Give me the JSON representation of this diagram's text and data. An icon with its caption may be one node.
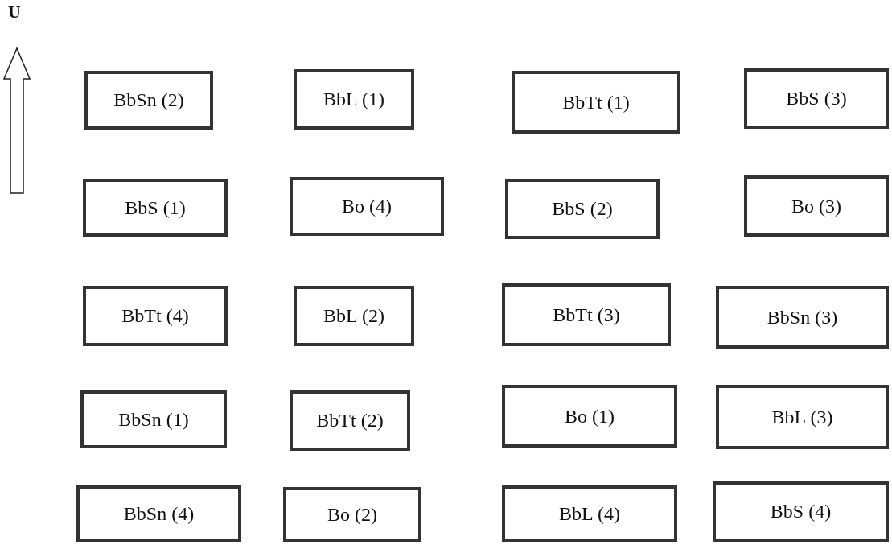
{
  "diagram": {
    "nodes": [
      {
        "text": [
          "BbSn (2)"
        ]
      },
      {
        "text": [
          "BbL (1)"
        ]
      },
      {
        "text": [
          "BbTt (1)"
        ]
      },
      {
        "text": [
          "BbS (3)"
        ]
      },
      {
        "text": [
          "BbS (1)"
        ]
      },
      {
        "text": [
          "Bo (4)"
        ]
      },
      {
        "text": [
          "BbS (2)"
        ]
      },
      {
        "text": [
          "Bo (3)"
        ]
      },
      {
        "text": [
          "BbTt (4)"
        ]
      },
      {
        "text": [
          "BbL (2)"
        ]
      },
      {
        "text": [
          "BbTt (3)"
        ]
      },
      {
        "text": [
          "BbSn (3)"
        ]
      },
      {
        "text": [
          "BbSn (1)"
        ]
      },
      {
        "text": [
          "BbTt (2)"
        ]
      },
      {
        "text": [
          "Bo (1)"
        ]
      },
      {
        "text": [
          "BbL (3)"
        ]
      },
      {
        "text": [
          "BbSn (4)"
        ]
      },
      {
        "text": [
          "Bo (2)"
        ]
      },
      {
        "text": [
          "BbL (4)"
        ]
      },
      {
        "text": [
          "BbS (4)"
        ]
      }
    ],
    "labels": [
      "U"
    ]
  }
}
